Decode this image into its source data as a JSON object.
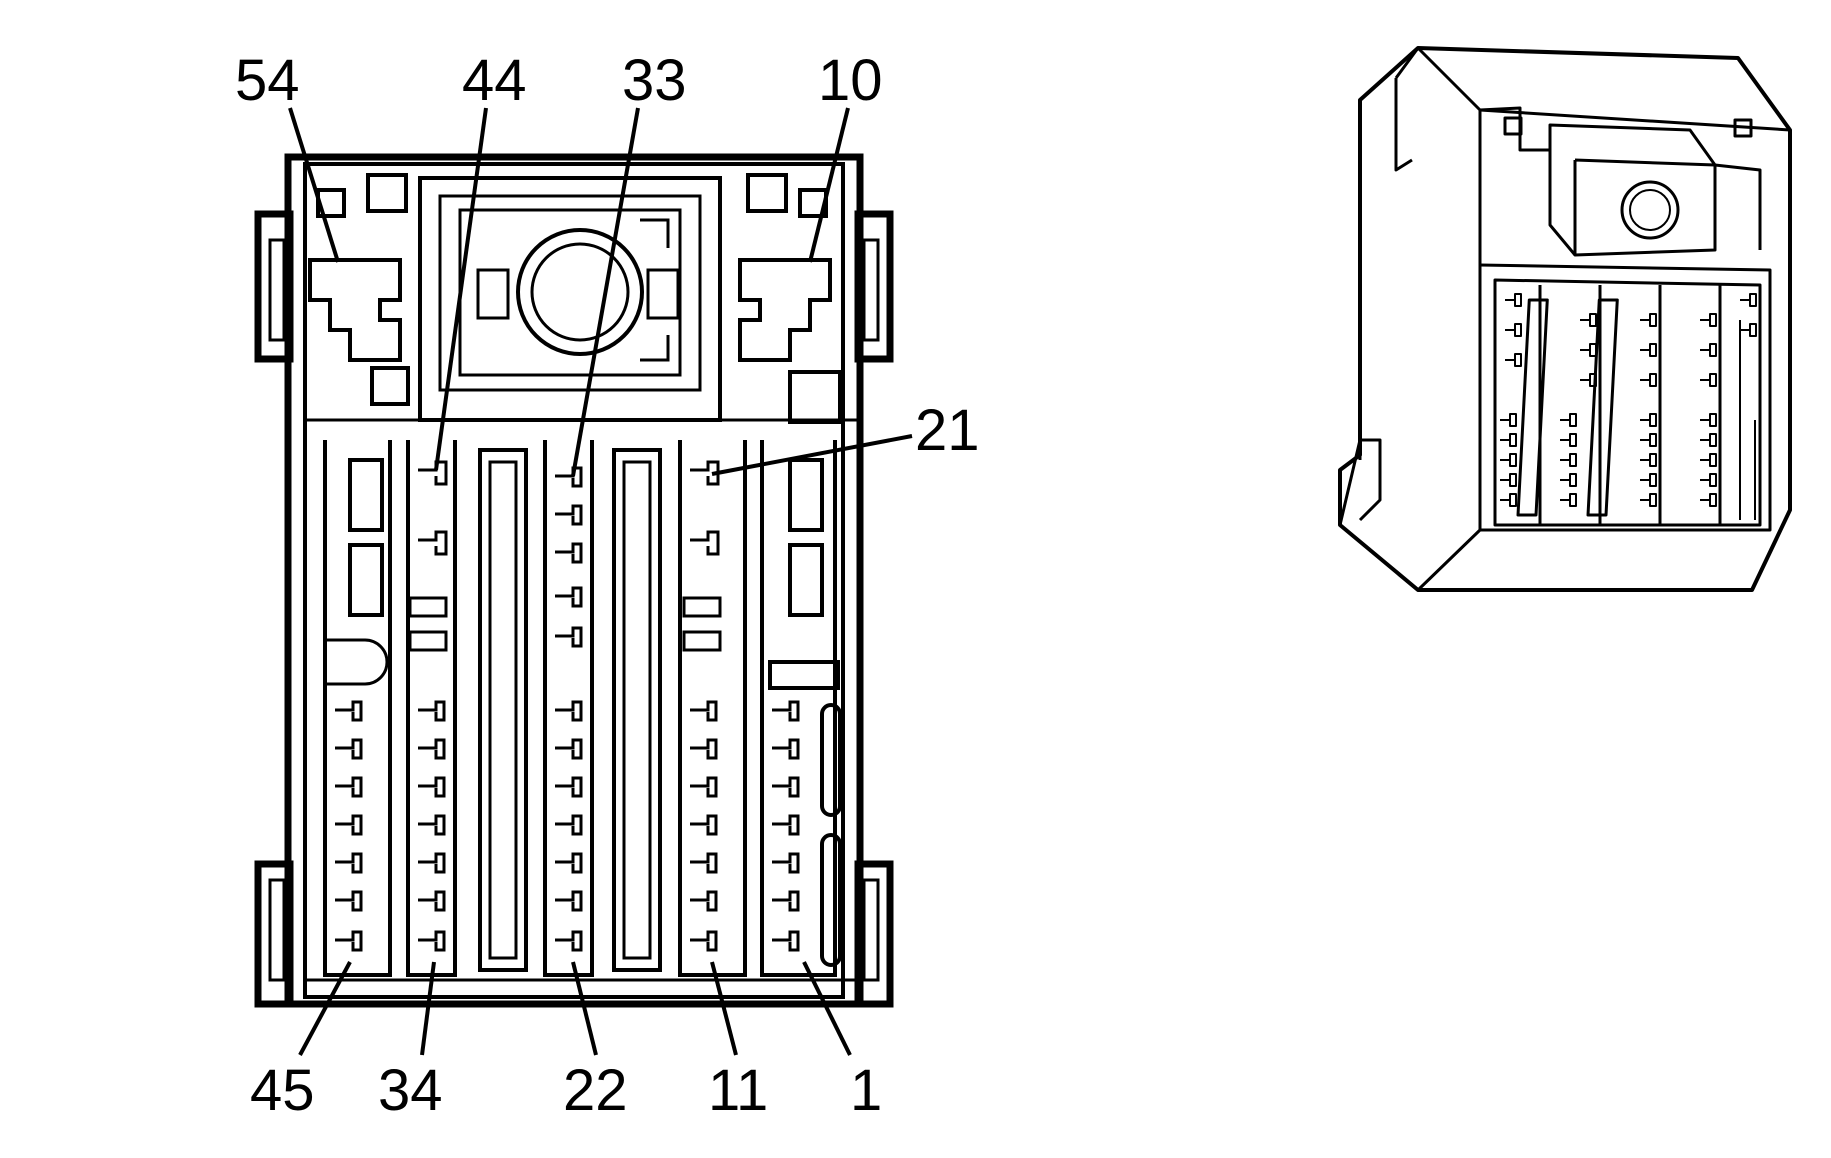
{
  "connector_face": {
    "top_labels": [
      "54",
      "44",
      "33",
      "10"
    ],
    "side_labels": [
      "21"
    ],
    "bottom_labels": [
      "45",
      "34",
      "22",
      "11",
      "1"
    ]
  },
  "colors": {
    "line": "#000000",
    "background": "#ffffff"
  }
}
